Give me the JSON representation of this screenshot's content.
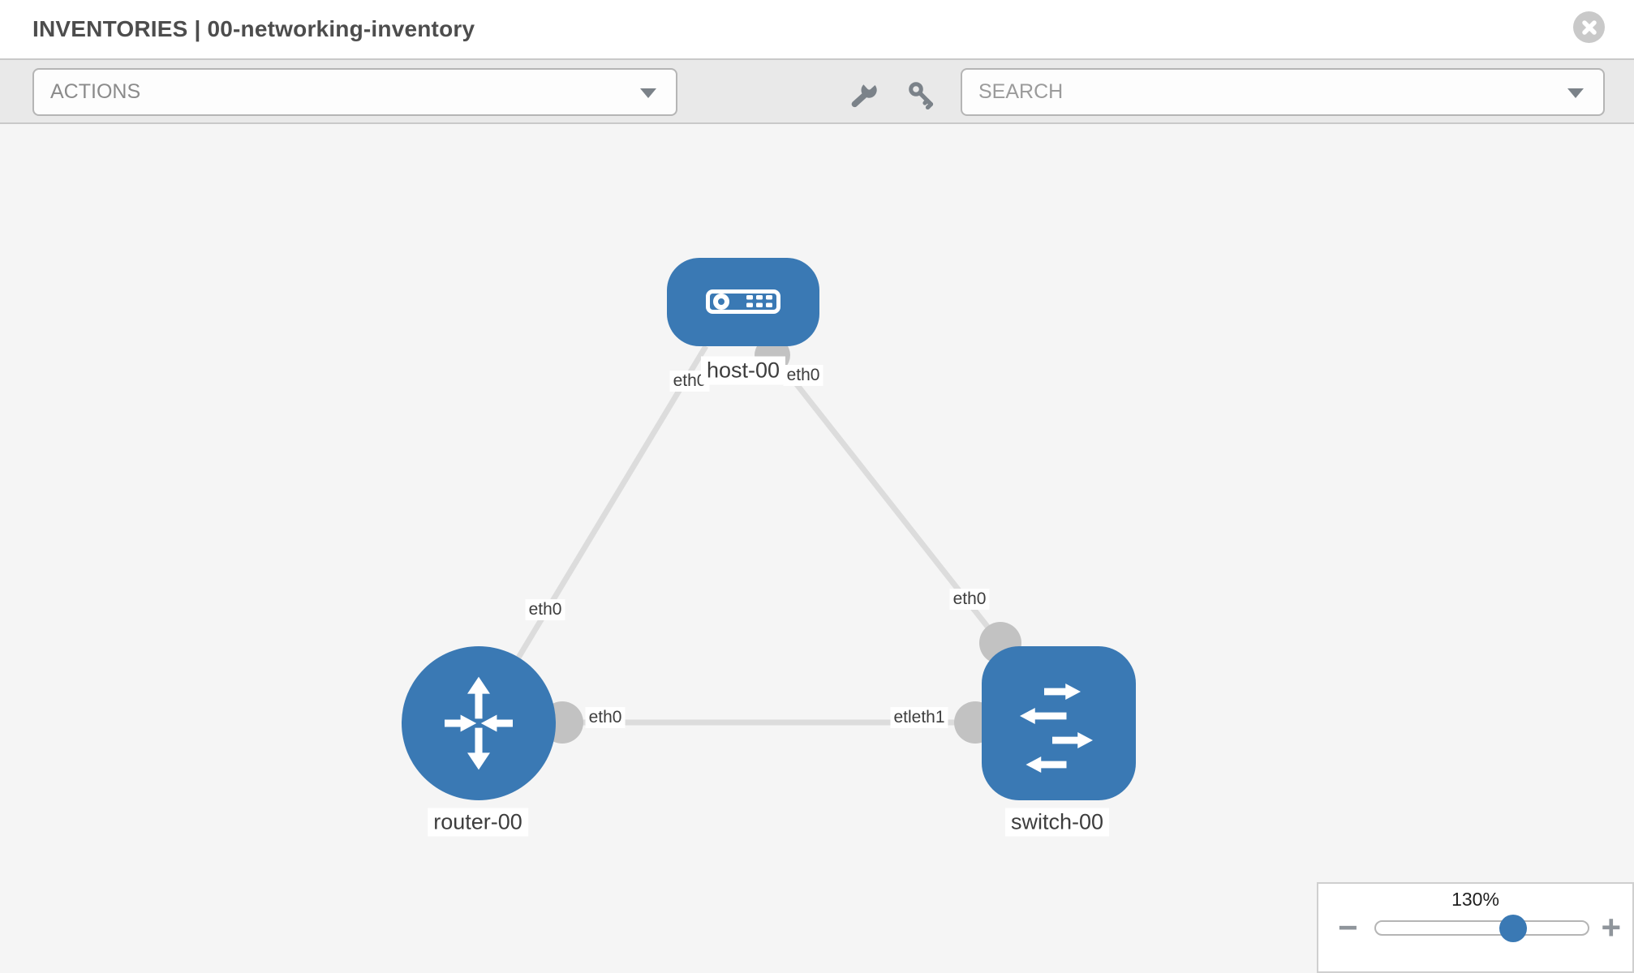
{
  "header": {
    "title": "INVENTORIES | 00-networking-inventory"
  },
  "toolbar": {
    "actions_label": "ACTIONS",
    "search_placeholder": "SEARCH",
    "icons": [
      "wrench-icon",
      "key-icon"
    ]
  },
  "graph": {
    "nodes": {
      "host": {
        "label": "host-00",
        "type": "host"
      },
      "router": {
        "label": "router-00",
        "type": "router"
      },
      "switch": {
        "label": "switch-00",
        "type": "switch"
      }
    },
    "links": [
      {
        "from": "host-00",
        "to": "router-00"
      },
      {
        "from": "host-00",
        "to": "switch-00"
      },
      {
        "from": "router-00",
        "to": "switch-00"
      }
    ],
    "iface": {
      "host_left": "eth0",
      "host_right": "eth0",
      "link_host_router_mid": "eth0",
      "link_host_switch_mid": "eth0",
      "link_router_switch_left": "eth0",
      "link_router_switch_right": "etleth1"
    }
  },
  "zoom": {
    "level": "130%",
    "minus": "−",
    "plus": "+"
  },
  "colors": {
    "node_blue": "#3a79b4",
    "link_gray": "#dcdcdc",
    "connector_gray": "#c2c2c2",
    "toolbar_bg": "#e9e9e9",
    "canvas_bg": "#f5f5f5"
  }
}
